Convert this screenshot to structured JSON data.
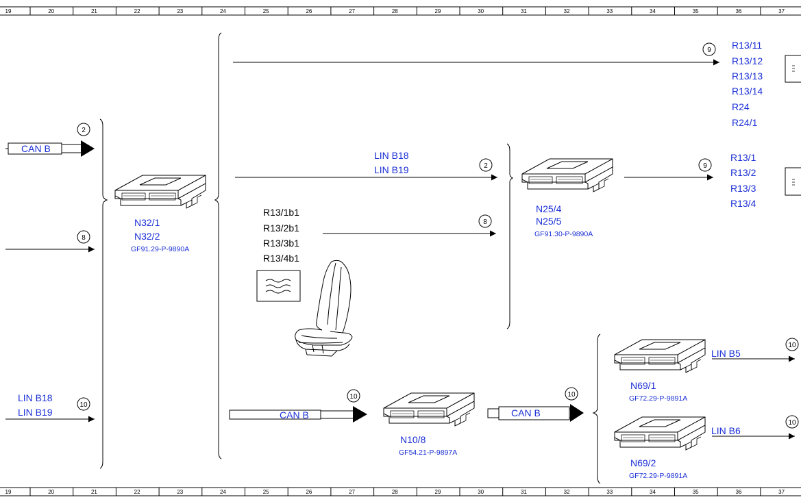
{
  "ruler": {
    "numbers": [
      "19",
      "20",
      "21",
      "22",
      "23",
      "24",
      "25",
      "26",
      "27",
      "28",
      "29",
      "30",
      "31",
      "32",
      "33",
      "34",
      "35",
      "36",
      "37"
    ]
  },
  "signals": {
    "can_b_left": "CAN B",
    "circle_2_left": "2",
    "circle_8_left": "8",
    "lin_b18_left": "LIN B18",
    "lin_b19_left": "LIN B19",
    "circle_10_left": "10",
    "lin_b18_mid": "LIN B18",
    "lin_b19_mid": "LIN B19",
    "circle_2_mid": "2",
    "circle_8_mid": "8",
    "circle_9_top": "9",
    "circle_9_mid": "9",
    "can_b_bottom": "CAN B",
    "circle_10_bottom": "10",
    "can_b_right": "CAN B",
    "circle_10_right": "10",
    "lin_b5": "LIN B5",
    "lin_b6": "LIN B6",
    "circle_10_b5": "10",
    "circle_10_b6": "10"
  },
  "modules": {
    "n32": {
      "line1": "N32/1",
      "line2": "N32/2",
      "ref": "GF91.29-P-9890A"
    },
    "n25": {
      "line1": "N25/4",
      "line2": "N25/5",
      "ref": "GF91.30-P-9890A"
    },
    "n10": {
      "line1": "N10/8",
      "ref": "GF54.21-P-9897A"
    },
    "n69_1": {
      "line1": "N69/1",
      "ref": "GF72.29-P-9891A"
    },
    "n69_2": {
      "line1": "N69/2",
      "ref": "GF72.29-P-9891A"
    }
  },
  "heaters": [
    "R13/1b1",
    "R13/2b1",
    "R13/3b1",
    "R13/4b1"
  ],
  "outputs_top": [
    "R13/11",
    "R13/12",
    "R13/13",
    "R13/14",
    "R24",
    "R24/1"
  ],
  "outputs_mid": [
    "R13/1",
    "R13/2",
    "R13/3",
    "R13/4"
  ],
  "colors": {
    "label_blue": "#1a2fd6",
    "line": "#000000"
  }
}
